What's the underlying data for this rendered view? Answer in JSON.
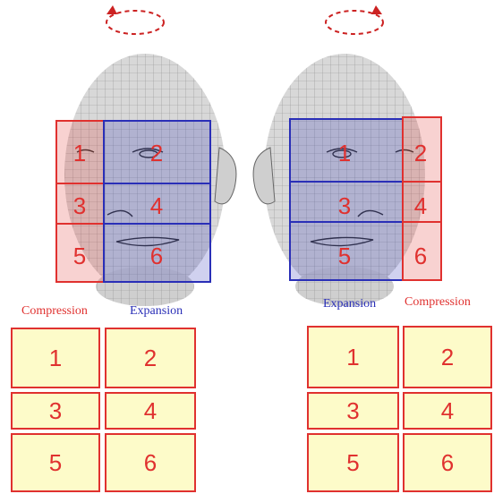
{
  "colors": {
    "compression": "#e0312f",
    "expansion": "#2a2fb7",
    "cell_fill": "#fdfbc9"
  },
  "left": {
    "compression_label": "Compression",
    "expansion_label": "Expansion",
    "regions": [
      "1",
      "2",
      "3",
      "4",
      "5",
      "6"
    ],
    "grid": [
      "1",
      "2",
      "3",
      "4",
      "5",
      "6"
    ]
  },
  "right": {
    "compression_label": "Compression",
    "expansion_label": "Expansion",
    "regions": [
      "1",
      "2",
      "3",
      "4",
      "5",
      "6"
    ],
    "grid": [
      "1",
      "2",
      "3",
      "4",
      "5",
      "6"
    ]
  }
}
